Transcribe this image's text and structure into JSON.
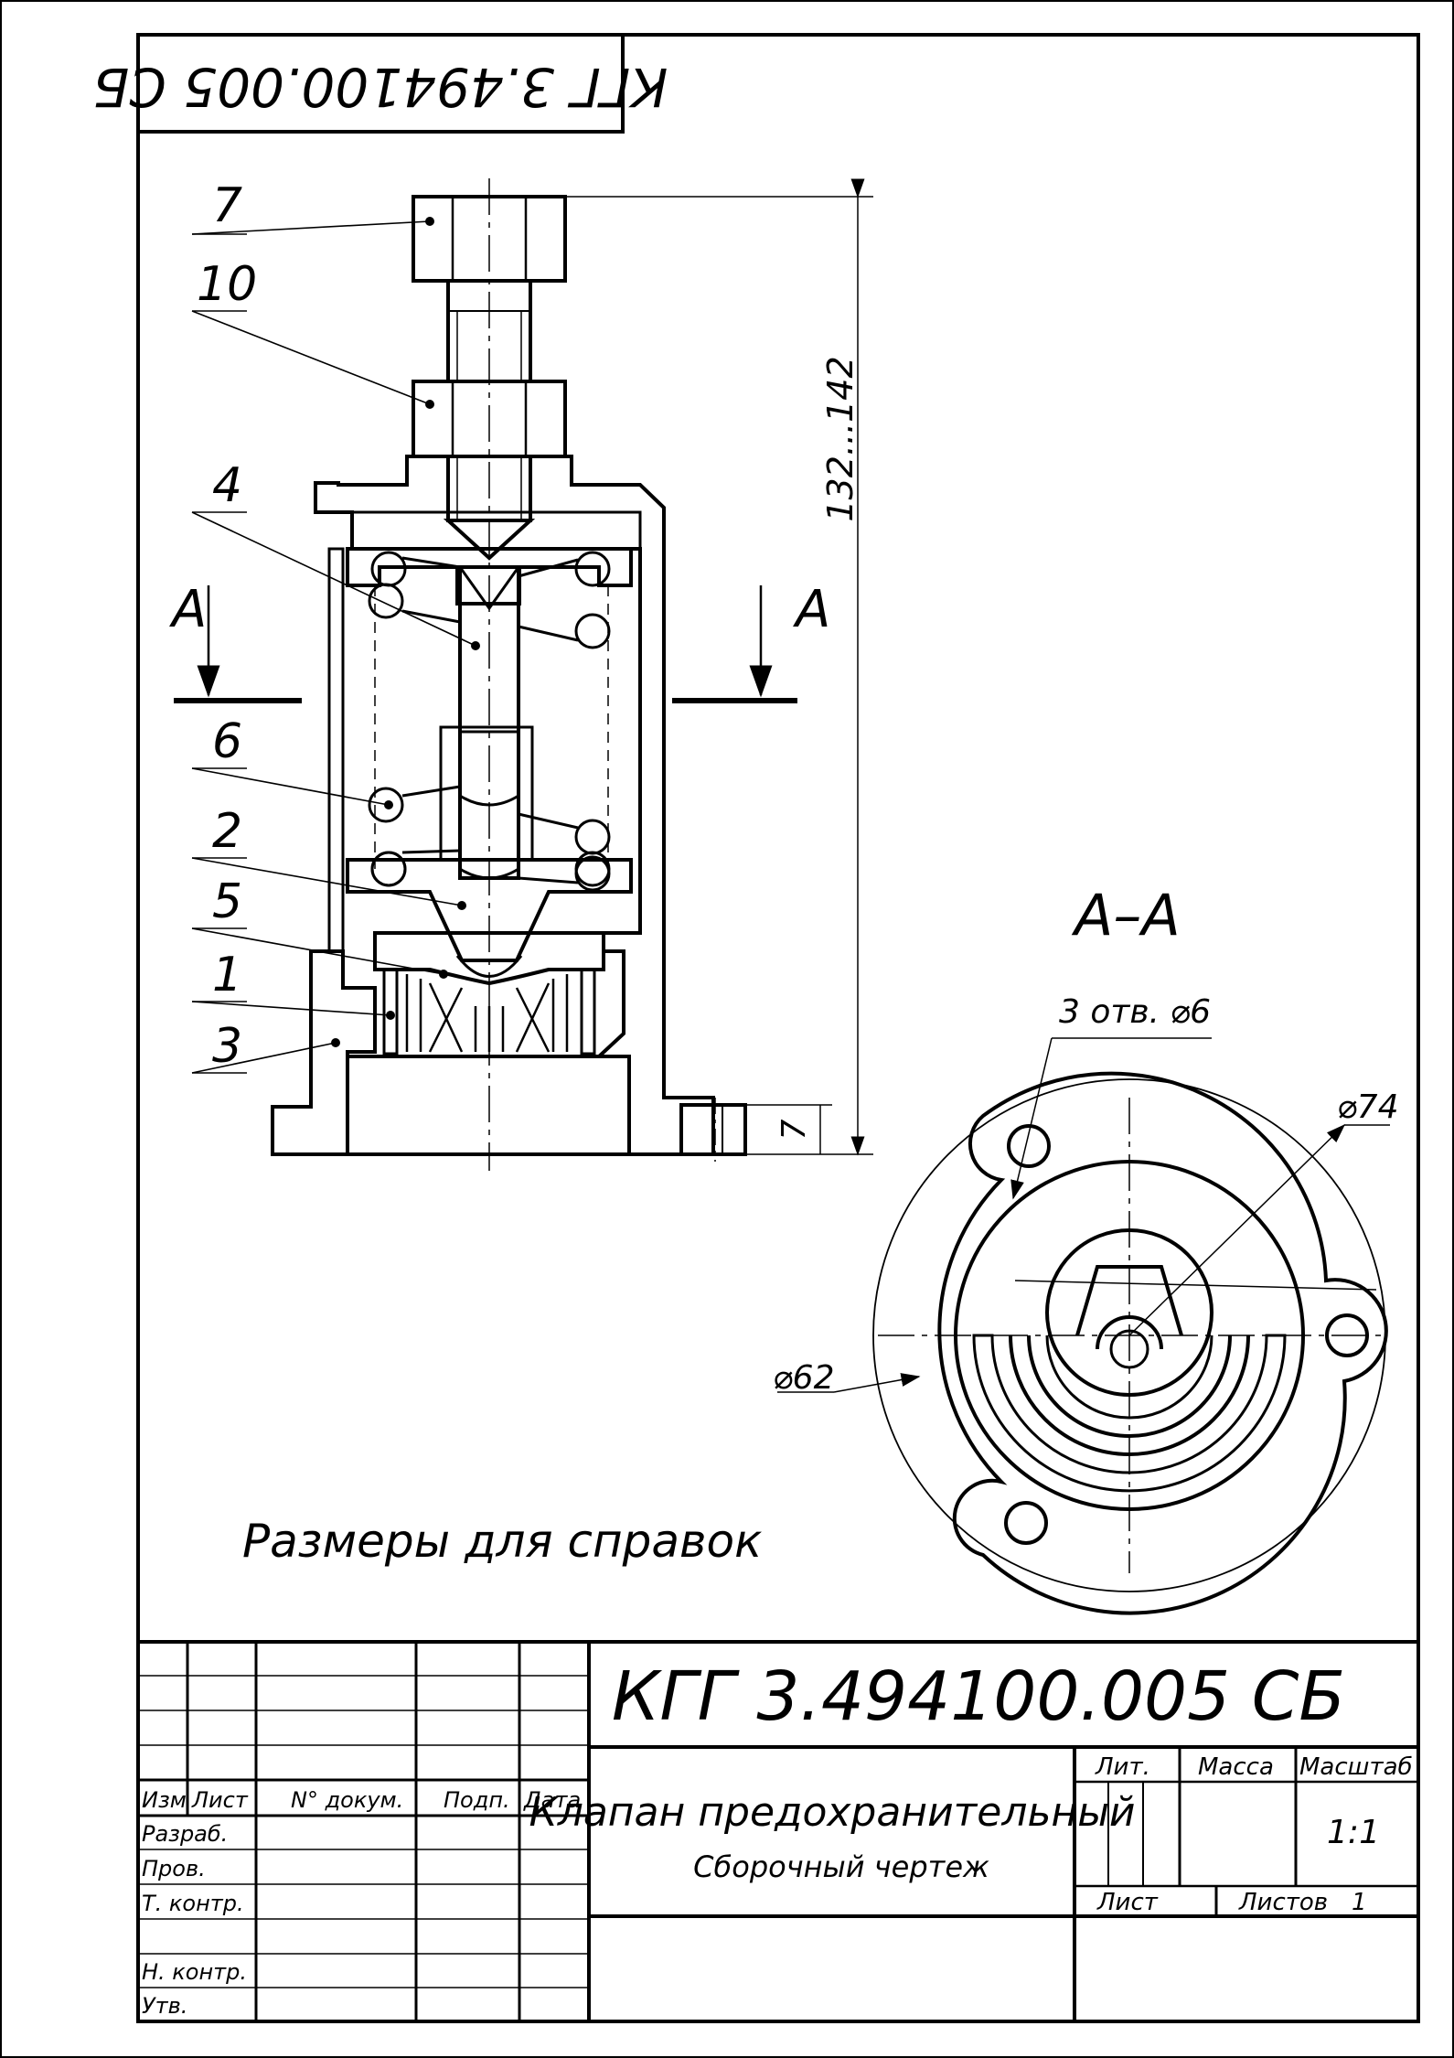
{
  "stamp": {
    "code_rotated": "КГГ 3.494100.005 СБ"
  },
  "labels": {
    "p7": "7",
    "p10": "10",
    "p4": "4",
    "p6": "6",
    "p2": "2",
    "p5": "5",
    "p1": "1",
    "p3": "3",
    "section_left": "А",
    "section_right": "А",
    "dim_height": "132...142",
    "dim_base": "7"
  },
  "section_view": {
    "title": "А–А",
    "holes": "3 отв. ⌀6",
    "dia_outer": "⌀74",
    "dia_inner": "⌀62"
  },
  "note": "Размеры для справок",
  "title_block": {
    "doc_code": "КГГ 3.494100.005 СБ",
    "name": "Клапан предохранительный",
    "doc_type": "Сборочный чертеж",
    "lit": "Лит.",
    "mass": "Масса",
    "scale_hdr": "Масштаб",
    "scale": "1:1",
    "sheet": "Лист",
    "sheets": "Листов",
    "sheets_count": "1",
    "col_izm": "Изм",
    "col_list": "Лист",
    "col_doc": "N° докум.",
    "col_sign": "Подп.",
    "col_date": "Дата",
    "row_dev": "Разраб.",
    "row_chk": "Пров.",
    "row_tcontr": "Т. контр.",
    "row_ncontr": "Н. контр.",
    "row_appr": "Утв."
  }
}
